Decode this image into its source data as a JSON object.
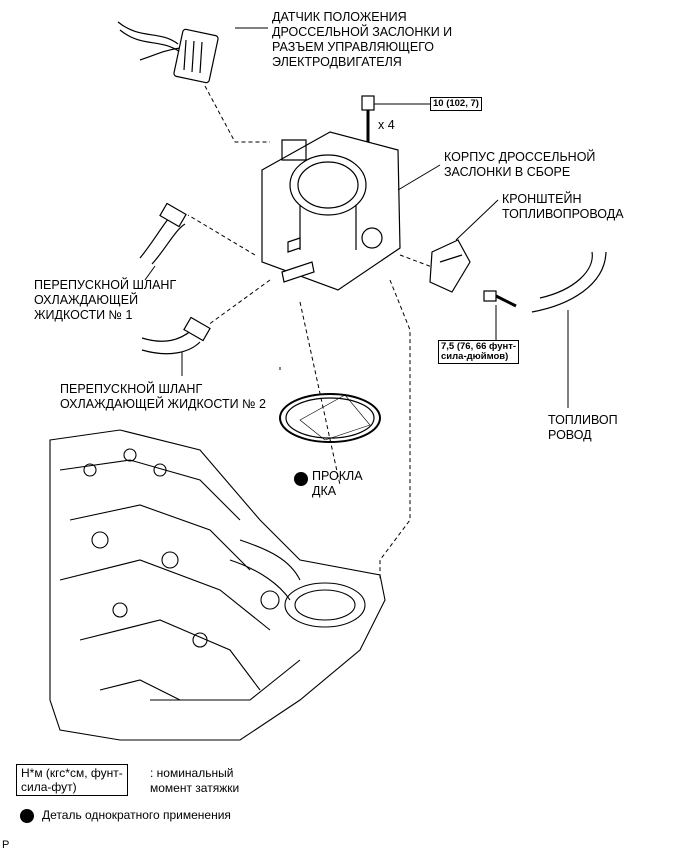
{
  "labels": {
    "sensor": "ДАТЧИК ПОЛОЖЕНИЯ\nДРОССЕЛЬНОЙ ЗАСЛОНКИ И\nРАЗЪЕМ УПРАВЛЯЮЩЕГО\nЭЛЕКТРОДВИГАТЕЛЯ",
    "throttle_body": "КОРПУС ДРОССЕЛЬНОЙ\nЗАСЛОНКИ В СБОРЕ",
    "bracket": "КРОНШТЕЙН\nТОПЛИВОПРОВОДА",
    "hose1": "ПЕРЕПУСКНОЙ ШЛАНГ\nОХЛАЖДАЮЩЕЙ\nЖИДКОСТИ № 1",
    "hose2": "ПЕРЕПУСКНОЙ ШЛАНГ\nОХЛАЖДАЮЩЕЙ ЖИДКОСТИ № 2",
    "gasket": "ПРОКЛА\nДКА",
    "fuel_line": "ТОПЛИВОП\nРОВОД",
    "multiplier": "x 4"
  },
  "torques": {
    "bolt_top": "10 (102, 7)",
    "bolt_bracket": "7,5 (76, 66 фунт-\nсила-дюймов)"
  },
  "legend": {
    "torque_box": "Н*м (кгс*см, фунт-\nсила-фут)",
    "torque_text": ": номинальный\nмомент затяжки",
    "single_use_text": "Деталь однократного применения"
  },
  "corner_letter": "P"
}
